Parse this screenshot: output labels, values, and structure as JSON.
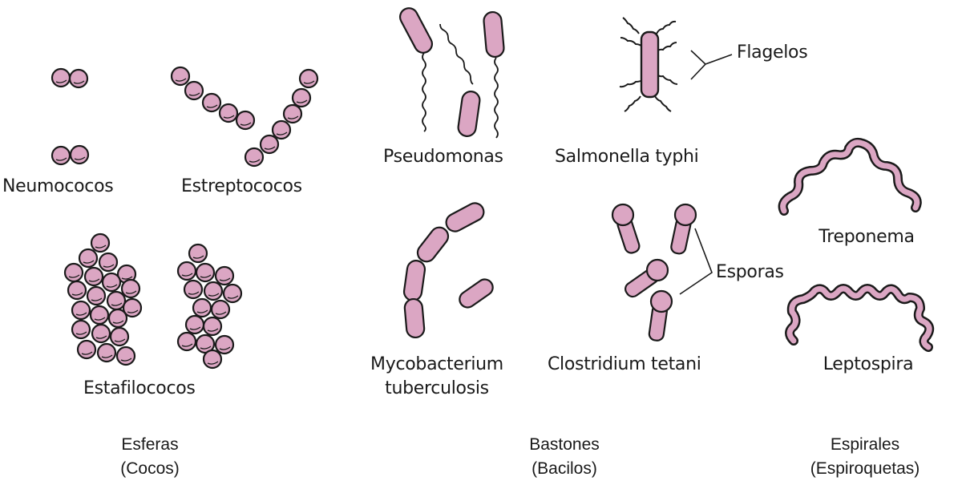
{
  "colors": {
    "cell_fill": "#dba6c3",
    "outline": "#1a1a1a",
    "background": "#ffffff"
  },
  "labels": {
    "neumococos": "Neumococos",
    "estreptococos": "Estreptococos",
    "estafilococos": "Estafilococos",
    "pseudomonas": "Pseudomonas",
    "salmonella": "Salmonella typhi",
    "flagelos": "Flagelos",
    "mycobacterium_1": "Mycobacterium",
    "mycobacterium_2": "tuberculosis",
    "clostridium": "Clostridium tetani",
    "esporas": "Esporas",
    "treponema": "Treponema",
    "leptospira": "Leptospira"
  },
  "categories": [
    {
      "title": "Esferas",
      "subtitle": "(Cocos)"
    },
    {
      "title": "Bastones",
      "subtitle": "(Bacilos)"
    },
    {
      "title": "Espirales",
      "subtitle": "(Espiroquetas)"
    }
  ]
}
